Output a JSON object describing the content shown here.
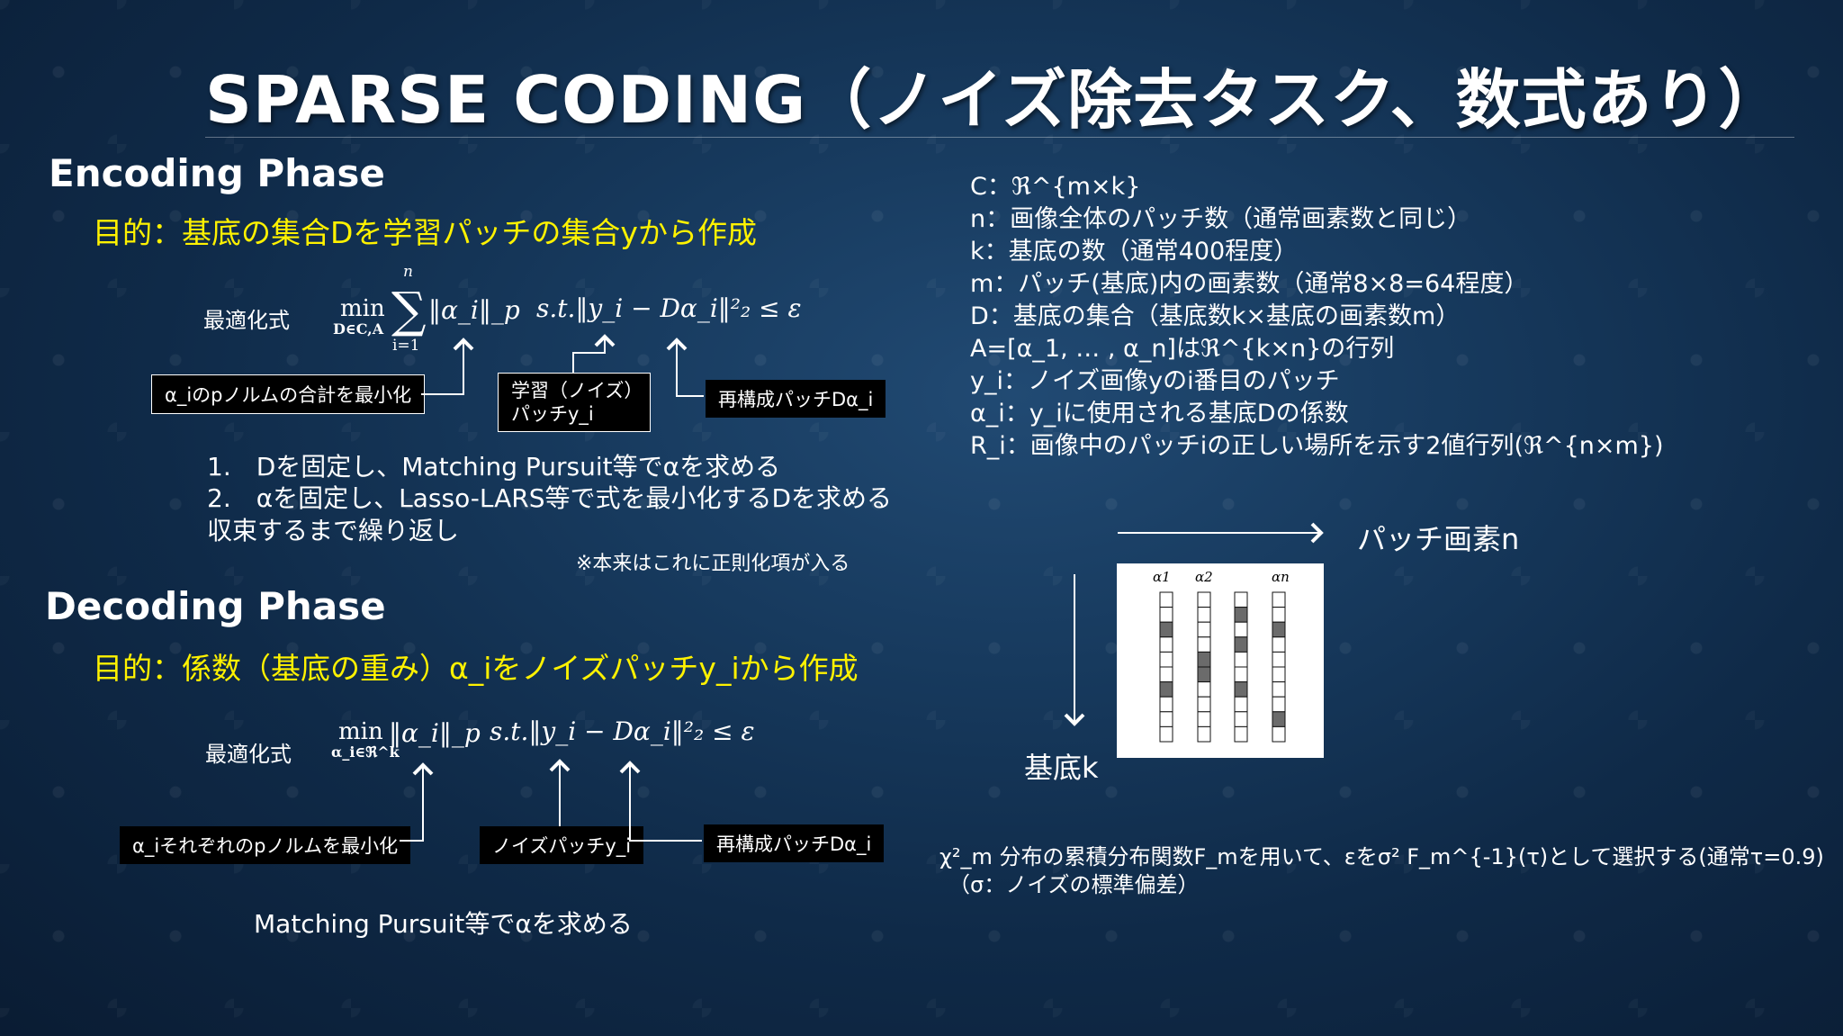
{
  "title": "SPARSE CODING（ノイズ除去タスク、数式あり）",
  "encoding": {
    "heading": "Encoding Phase",
    "purpose": "目的：基底の集合Dを学習パッチの集合yから作成",
    "formula_label": "最適化式",
    "formula_min": "min",
    "formula_min_sub": "D∈C,A",
    "formula_sum_top": "n",
    "formula_sum_bottom": "i=1",
    "formula_objective": "‖α_i‖_p",
    "formula_constraint": "s.t.‖y_i − Dα_i‖²₂ ≤ ε",
    "box_norm_sum": "α_iのpノルムの合計を最小化",
    "box_norm_sum_highlight": "合計",
    "box_train_patch_1": "学習（ノイズ）",
    "box_train_patch_2": "パッチy_i",
    "box_recon": "再構成パッチDα_i",
    "steps": [
      "1.　Dを固定し、Matching Pursuit等でαを求める",
      "2.　αを固定し、Lasso-LARS等で式を最小化するDを求める",
      "収束するまで繰り返し"
    ],
    "note": "※本来はこれに正則化項が入る"
  },
  "decoding": {
    "heading": "Decoding Phase",
    "purpose": "目的：係数（基底の重み）α_iをノイズパッチy_iから作成",
    "formula_label": "最適化式",
    "formula_min": "min",
    "formula_min_sub": "α_i∈ℜ^k",
    "formula_objective": "‖α_i‖_p",
    "formula_constraint": "s.t.‖y_i − Dα_i‖²₂ ≤ ε",
    "box_norm_each": "α_iそれぞれのpノルムを最小化",
    "box_noise_patch": "ノイズパッチy_i",
    "box_recon": "再構成パッチDα_i",
    "method": "Matching Pursuit等でαを求める"
  },
  "definitions": [
    "C：ℜ^{m×k}",
    "n：画像全体のパッチ数（通常画素数と同じ）",
    "k：基底の数（通常400程度）",
    "m：パッチ(基底)内の画素数（通常8×8=64程度）",
    "D：基底の集合（基底数k×基底の画素数m）",
    "A=[α_1, … , α_n]はℜ^{k×n}の行列",
    "y_i：ノイズ画像yのi番目のパッチ",
    "α_i：y_iに使用される基底Dの係数",
    "R_i：画像中のパッチiの正しい場所を示す2値行列(ℜ^{n×m})"
  ],
  "matrix_diagram": {
    "x_label": "パッチ画素n",
    "y_label": "基底k",
    "column_labels": [
      "α1",
      "α2",
      "αn"
    ]
  },
  "threshold": {
    "line1": "χ²_m 分布の累積分布関数F_mを用いて、εをσ² F_m^{-1}(τ)として選択する(通常τ=0.9)",
    "line2": "（σ：ノイズの標準偏差）"
  }
}
